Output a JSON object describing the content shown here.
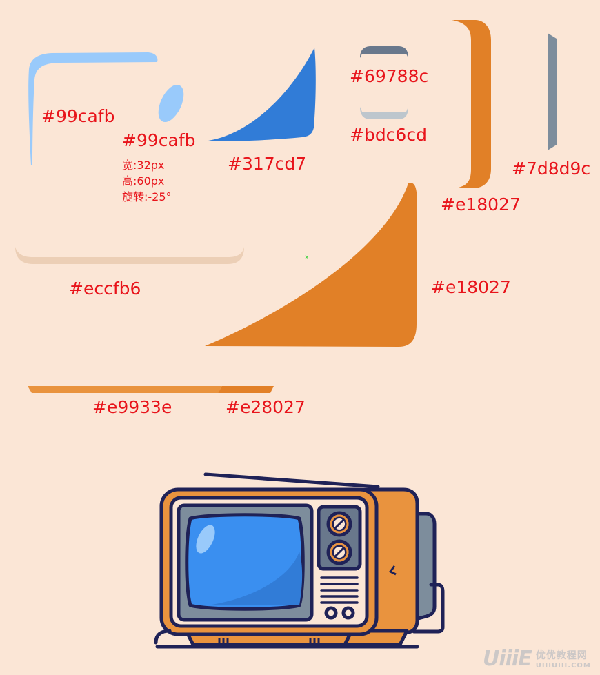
{
  "background": "#fbe6d6",
  "swatches": [
    {
      "id": "screen-frame-highlight",
      "label": "#99cafb",
      "color": "#99cafb"
    },
    {
      "id": "screen-glare-ellipse",
      "label": "#99cafb",
      "color": "#99cafb",
      "spec": {
        "width": "宽:32px",
        "height": "高:60px",
        "rotation": "旋转:-25°"
      }
    },
    {
      "id": "screen-shadow",
      "label": "#317cd7",
      "color": "#317cd7"
    },
    {
      "id": "knob-panel-top",
      "label": "#69788c",
      "color": "#69788c"
    },
    {
      "id": "knob-panel-bottom",
      "label": "#bdc6cd",
      "color": "#bdc6cd"
    },
    {
      "id": "side-bracket",
      "label": "#e18027",
      "color": "#e18027"
    },
    {
      "id": "back-strip",
      "label": "#7d8d9c",
      "color": "#7d8d9c"
    },
    {
      "id": "inner-panel-shadow",
      "label": "#eccfb6",
      "color": "#eccfb6"
    },
    {
      "id": "body-corner-shadow",
      "label": "#e18027",
      "color": "#e18027"
    },
    {
      "id": "stand-left",
      "label": "#e9933e",
      "color": "#e9933e"
    },
    {
      "id": "stand-right",
      "label": "#e28027",
      "color": "#e28027"
    }
  ],
  "tv_colors": {
    "outline": "#1f2257",
    "body": "#e9933e",
    "body_dark": "#e18027",
    "panel": "#fbe6d6",
    "bezel": "#7d8d9c",
    "screen": "#3a8ff0",
    "screen_shadow": "#317cd7",
    "glare": "#99cafb",
    "back": "#7d8d9c"
  },
  "watermark": {
    "logo": "UiiiE",
    "cn": "优优教程网",
    "en": "UIIIUIII.COM"
  },
  "marker": "×"
}
